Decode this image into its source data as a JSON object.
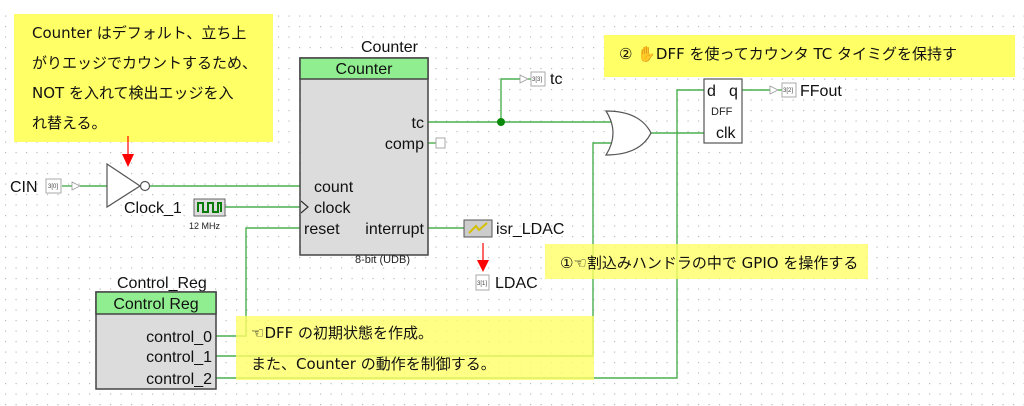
{
  "notes": {
    "counter_edge": [
      "Counter はデフォルト、立ち上",
      "がりエッジでカウントするため、",
      "NOT を入れて検出エッジを入",
      "れ替える。"
    ],
    "dff_tc": "② ✋DFF を使ってカウンタ TC タイミグを保持す",
    "isr_gpio": "①☜割込みハンドラの中で GPIO を操作する",
    "control_reg": [
      "☜DFF の初期状態を作成。",
      "また、Counter の動作を制御する。"
    ]
  },
  "counter": {
    "instance_name": "Counter",
    "component": "Counter",
    "ports_in": [
      "count",
      "clock",
      "reset"
    ],
    "ports_out": [
      "tc",
      "comp",
      "interrupt"
    ],
    "footer": "8-bit (UDB)"
  },
  "control_reg": {
    "instance_name": "Control_Reg",
    "component": "Control Reg",
    "outputs": [
      "control_0",
      "control_1",
      "control_2"
    ]
  },
  "pins": {
    "cin": {
      "label": "CIN",
      "tag": "3[0]"
    },
    "tc": {
      "label": "tc",
      "tag": "3[3]"
    },
    "ffout": {
      "label": "FFout",
      "tag": "3[2]"
    },
    "ldac": {
      "label": "LDAC",
      "tag": "3[1]"
    }
  },
  "clock": {
    "name": "Clock_1",
    "freq": "12 MHz"
  },
  "isr": {
    "name": "isr_LDAC"
  },
  "dff": {
    "d": "d",
    "q": "q",
    "title": "DFF",
    "clk": "clk"
  },
  "colors": {
    "note": "#ffff66",
    "wire": "#4caf50",
    "header": "#90ee90",
    "body": "#dcdcdc",
    "arrow": "#ff0000"
  },
  "icons": [
    "not-gate",
    "or-gate",
    "clock-icon",
    "interrupt-icon",
    "arrow-down-icon"
  ]
}
